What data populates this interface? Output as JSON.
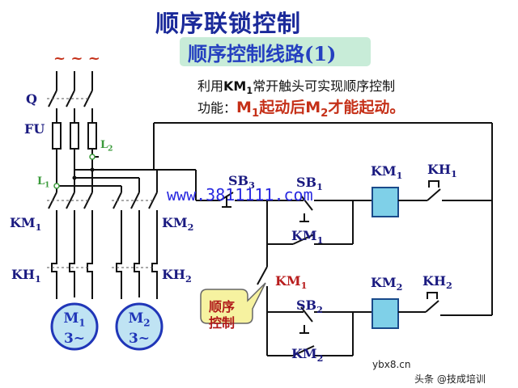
{
  "title": "顺序联锁控制",
  "subtitle": "顺序控制线路(1)",
  "description": {
    "line1_prefix": "利用",
    "line1_km": "KM",
    "line1_km_sub": "1",
    "line1_suffix": "常开触头可实现顺序控制",
    "line2_prefix": "功能：",
    "line2_m1": "M",
    "line2_m1_sub": "1",
    "line2_mid": "起动后",
    "line2_m2": "M",
    "line2_m2_sub": "2",
    "line2_suffix": "才能起动。"
  },
  "labels": {
    "phase": "~ ~ ~",
    "q": "Q",
    "fu": "FU",
    "l2": "L",
    "l2_sub": "2",
    "l1": "L",
    "l1_sub": "1",
    "km1_left": "KM",
    "km1_left_sub": "1",
    "km2_left": "KM",
    "km2_left_sub": "2",
    "kh1_left": "KH",
    "kh1_left_sub": "1",
    "kh2_left": "KH",
    "kh2_left_sub": "2",
    "sb3": "SB",
    "sb3_sub": "3",
    "sb1": "SB",
    "sb1_sub": "1",
    "km1_hold": "KM",
    "km1_hold_sub": "1",
    "km1_coil": "KM",
    "km1_coil_sub": "1",
    "kh1_nc": "KH",
    "kh1_nc_sub": "1",
    "km1_interlock": "KM",
    "km1_interlock_sub": "1",
    "sb2": "SB",
    "sb2_sub": "2",
    "km2_hold": "KM",
    "km2_hold_sub": "2",
    "km2_coil": "KM",
    "km2_coil_sub": "2",
    "kh2_nc": "KH",
    "kh2_nc_sub": "2"
  },
  "motors": [
    {
      "name": "M",
      "sub": "1",
      "phase": "3~"
    },
    {
      "name": "M",
      "sub": "2",
      "phase": "3~"
    }
  ],
  "callout": {
    "line1": "顺序",
    "line2": "控制"
  },
  "watermark": "www.3811111.com",
  "bottom_watermark": {
    "site": "ybx8.cn",
    "source": "头条 @技成培训"
  },
  "colors": {
    "title": "#1b2a9a",
    "subtitle_bg": "#c8ecd8",
    "highlight_red": "#c53018",
    "coil_fill": "#7fd0e8",
    "motor_fill": "#bfe3f3",
    "callout_fill": "#f6f2a0"
  }
}
